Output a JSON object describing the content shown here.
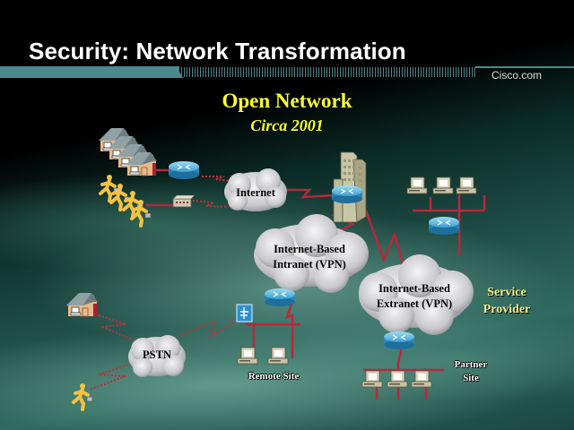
{
  "slide": {
    "title": "Security: Network Transformation",
    "brand": "Cisco.com",
    "heading": "Open Network",
    "subheading": "Circa 2001"
  },
  "diagram": {
    "clouds": {
      "internet": "Internet",
      "intranet_line1": "Internet-Based",
      "intranet_line2": "Intranet (VPN)",
      "extranet_line1": "Internet-Based",
      "extranet_line2": "Extranet (VPN)",
      "pstn": "PSTN"
    },
    "labels": {
      "service_provider_line1": "Service",
      "service_provider_line2": "Provider",
      "remote_site": "Remote Site",
      "partner_site_line1": "Partner",
      "partner_site_line2": "Site"
    },
    "icons": {
      "home_offices": "house-icon",
      "mobile_users": "running-person-icon",
      "router": "router-icon",
      "modem": "modem-icon",
      "headquarters": "office-building-icon",
      "workstation": "pc-icon",
      "switch": "switch-icon"
    },
    "colors": {
      "link": "#b8283a",
      "heading": "#ffff33",
      "accent_bar": "#4a8a8e",
      "router": "#3a9fd0",
      "cloud": "#d8d8dc",
      "person": "#f5c242",
      "house": "#e8b98a"
    }
  }
}
